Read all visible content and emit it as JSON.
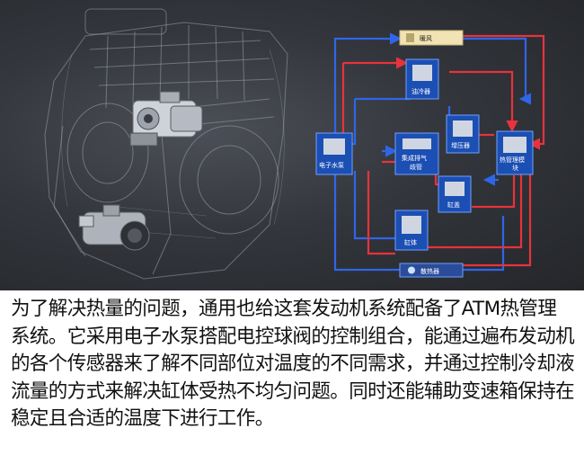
{
  "diagram": {
    "heater_label": "暖风",
    "radiator_label": "散热器",
    "nodes": {
      "oil_cooler": "油冷器",
      "water_pump": "电子水泵",
      "compressor": "增压器",
      "exhaust_manifold_line1": "集成排气",
      "exhaust_manifold_line2": "歧管",
      "thermal_module_line1": "热管理模",
      "thermal_module_line2": "块",
      "cylinder_head": "缸盖",
      "cylinder_block": "缸体"
    },
    "colors": {
      "hot": "#e8323c",
      "cold": "#2f66e8",
      "node_fill": "#1c4fb4",
      "node_border": "#6fa0ff",
      "header_fill": "#f1e3b4"
    }
  },
  "caption": "为了解决热量的问题，通用也给这套发动机系统配备了ATM热管理系统。它采用电子水泵搭配电控球阀的控制组合，能通过遍布发动机的各个传感器来了解不同部位对温度的不同需求，并通过控制冷却液流量的方式来解决缸体受热不均匀问题。同时还能辅助变速箱保持在稳定且合适的温度下进行工作。"
}
